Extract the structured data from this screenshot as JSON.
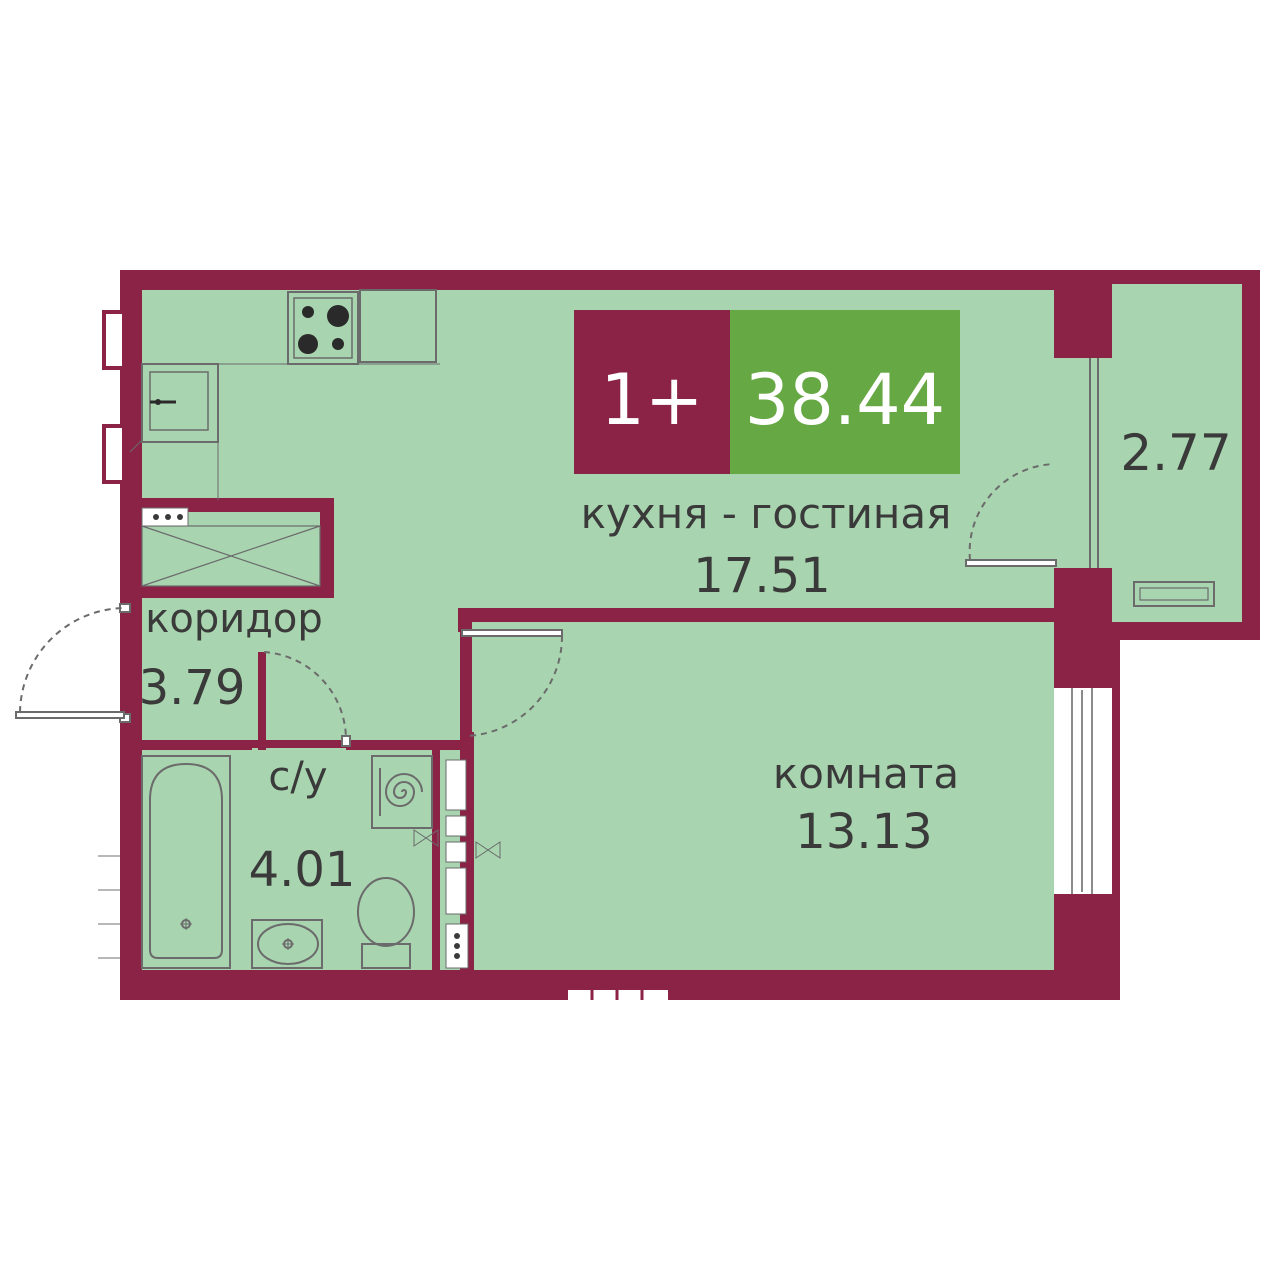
{
  "colors": {
    "wall": "#8b2346",
    "floor": "#a8d5b0",
    "fixture_stroke": "#6b6b6b",
    "text": "#3a3a3a",
    "badge_rooms_bg": "#8b2346",
    "badge_area_bg": "#66a844",
    "badge_text": "#ffffff",
    "window_frame": "#ffffff"
  },
  "badge": {
    "rooms": "1+",
    "total_area": "38.44"
  },
  "rooms": {
    "kitchen_living": {
      "name": "кухня - гостиная",
      "area": "17.51"
    },
    "balcony": {
      "area": "2.77"
    },
    "corridor": {
      "name": "коридор",
      "area": "3.79"
    },
    "bathroom": {
      "name": "с/у",
      "area": "4.01"
    },
    "room": {
      "name": "комната",
      "area": "13.13"
    }
  },
  "icons": [
    "stove-icon",
    "sink-icon",
    "bathtub-icon",
    "washbasin-icon",
    "toilet-icon",
    "washing-machine-icon",
    "radiator-icon",
    "wardrobe-icon"
  ]
}
